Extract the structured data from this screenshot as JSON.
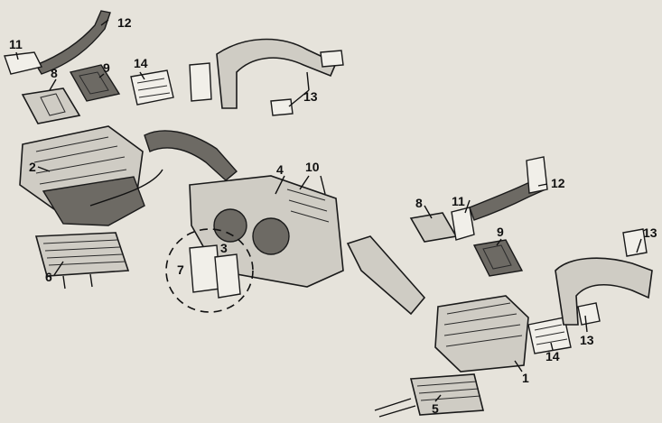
{
  "callouts": [
    {
      "id": "c11a",
      "text": "11"
    },
    {
      "id": "c12a",
      "text": "12"
    },
    {
      "id": "c8a",
      "text": "8"
    },
    {
      "id": "c9a",
      "text": "9"
    },
    {
      "id": "c14a",
      "text": "14"
    },
    {
      "id": "c13a",
      "text": "13"
    },
    {
      "id": "c2",
      "text": "2"
    },
    {
      "id": "c6",
      "text": "6"
    },
    {
      "id": "c4",
      "text": "4"
    },
    {
      "id": "c10",
      "text": "10"
    },
    {
      "id": "c3",
      "text": "3"
    },
    {
      "id": "c7",
      "text": "7"
    },
    {
      "id": "c8b",
      "text": "8"
    },
    {
      "id": "c11b",
      "text": "11"
    },
    {
      "id": "c12b",
      "text": "12"
    },
    {
      "id": "c9b",
      "text": "9"
    },
    {
      "id": "c13b",
      "text": "13"
    },
    {
      "id": "c13c",
      "text": "13"
    },
    {
      "id": "c14b",
      "text": "14"
    },
    {
      "id": "c1",
      "text": "1"
    },
    {
      "id": "c5",
      "text": "5"
    }
  ]
}
